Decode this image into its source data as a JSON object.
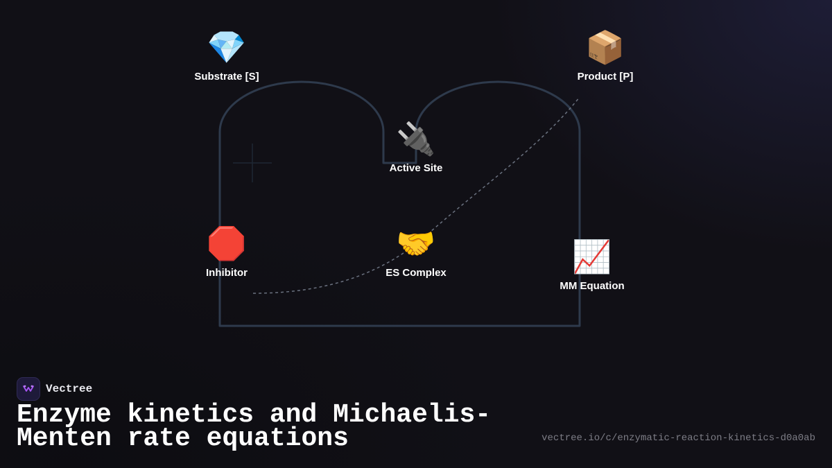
{
  "diagram": {
    "nodes": [
      {
        "id": "substrate",
        "icon": "💎",
        "icon_name": "gem-icon",
        "label": "Substrate [S]"
      },
      {
        "id": "product",
        "icon": "📦",
        "icon_name": "package-icon",
        "label": "Product [P]"
      },
      {
        "id": "active_site",
        "icon": "🔌",
        "icon_name": "plug-icon",
        "label": "Active Site"
      },
      {
        "id": "inhibitor",
        "icon": "🛑",
        "icon_name": "stop-sign-icon",
        "label": "Inhibitor"
      },
      {
        "id": "es_complex",
        "icon": "🤝",
        "icon_name": "handshake-icon",
        "label": "ES Complex"
      },
      {
        "id": "mm_equation",
        "icon": "📈",
        "icon_name": "chart-increasing-icon",
        "label": "MM Equation"
      }
    ]
  },
  "footer": {
    "brand": "Vectree",
    "title": "Enzyme kinetics and Michaelis-Menten rate equations",
    "url": "vectree.io/c/enzymatic-reaction-kinetics-d0a0ab"
  },
  "colors": {
    "background": "#111016",
    "outline": "#2e3a4c",
    "dashed_curve": "#6b7280",
    "logo_accent": "#a855f7"
  }
}
